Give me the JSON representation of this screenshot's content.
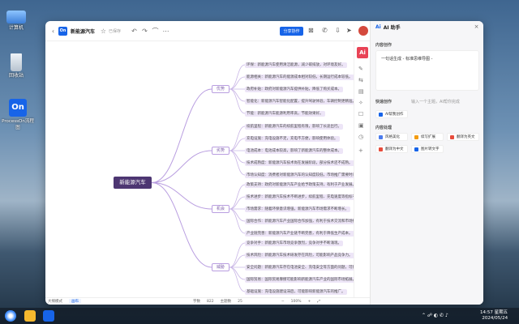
{
  "desktop": {
    "icons": [
      {
        "label": "计算机"
      },
      {
        "label": "回收站"
      },
      {
        "label": "ProcessOn流程图"
      }
    ]
  },
  "toolbar": {
    "logo_text": "On",
    "doc_title": "新能源汽车",
    "saved_status": "已保存",
    "share_label": "分享协作"
  },
  "mindmap": {
    "root": "新能源汽车",
    "branches": [
      {
        "label": "优势",
        "items": [
          "环保：新能源汽车使用清洁能源，减少碳排放，对环境友好。",
          "能源相关：新能源汽车的能源成本相对较低，长期运行成本较低。",
          "政府补贴：政府对新能源汽车提供补贴，降低了购买成本。",
          "智能化：新能源汽车智能化配置，提升驾驶体验，车辆控制更精准。",
          "节能：新能源汽车能源利用率高，节能效果好。"
        ]
      },
      {
        "label": "劣势",
        "items": [
          "续航里程：新能源汽车的续航里程有限，影响了长途出行。",
          "充电设施：充电设施不足，充电不方便，影响使用体验。",
          "电池成本：电池成本较高，影响了新能源汽车的整体成本。",
          "技术成熟度：新能源汽车技术尚在发展阶段，部分技术还不成熟。",
          "市场认知度：消费者对新能源汽车的认知度较低，市场推广需要时间。"
        ]
      },
      {
        "label": "机会",
        "items": [
          "政策支持：政府对新能源汽车产业给予政策支持，有利于产业发展。",
          "技术进步：新能源汽车技术不断进步，续航里程、充电速度等指标不断提升。",
          "市场需求：随着环保意识增强，新能源汽车市场需求不断增长。",
          "国际合作：新能源汽车产业国际合作加强，有利于技术交流和市场拓展。",
          "产业链完善：新能源汽车产业链不断完善，有利于降低生产成本。"
        ]
      },
      {
        "label": "威胁",
        "items": [
          "竞争对手：新能源汽车市场竞争激烈，竞争对手不断涌现。",
          "技术风险：新能源汽车技术研发存在风险，可能影响产品竞争力。",
          "安全问题：新能源汽车存在电池安全、充电安全等方面的问题，可能影响消费者信心。",
          "国际贸易：国际贸易摩擦可能影响新能源汽车产业的国际市场拓展。",
          "基础设施：充电设施建设滞后，可能影响新能源汽车的推广。"
        ]
      }
    ]
  },
  "rail": {
    "ai_label": "Ai"
  },
  "status_bar": {
    "mode": "大纲模式",
    "page": "画布",
    "count_label": "字数",
    "count_value": "822",
    "topic_label": "主题数",
    "topic_value": "25",
    "zoom": "100%"
  },
  "ai_panel": {
    "title": "AI 助手",
    "ai_glyph": "Ai",
    "section_content": "内容创作",
    "prompt_text": "一句话生成 - 标准思维导图 -",
    "quick_section": "快速创作",
    "quick_hint": "输入一个主题，AI帮你完成",
    "quick_btn": "AI帮我创作",
    "section_process": "内容处理",
    "chips": [
      {
        "label": "风格美化",
        "color": "#4b7bec"
      },
      {
        "label": "续写扩展",
        "color": "#f39c12"
      },
      {
        "label": "翻译为英文",
        "color": "#e74c3c"
      },
      {
        "label": "翻译为中文",
        "color": "#e74c3c"
      },
      {
        "label": "图片转文字",
        "color": "#1764e8"
      }
    ]
  },
  "taskbar": {
    "time": "14:57 星期五",
    "date": "2024/05/24"
  }
}
